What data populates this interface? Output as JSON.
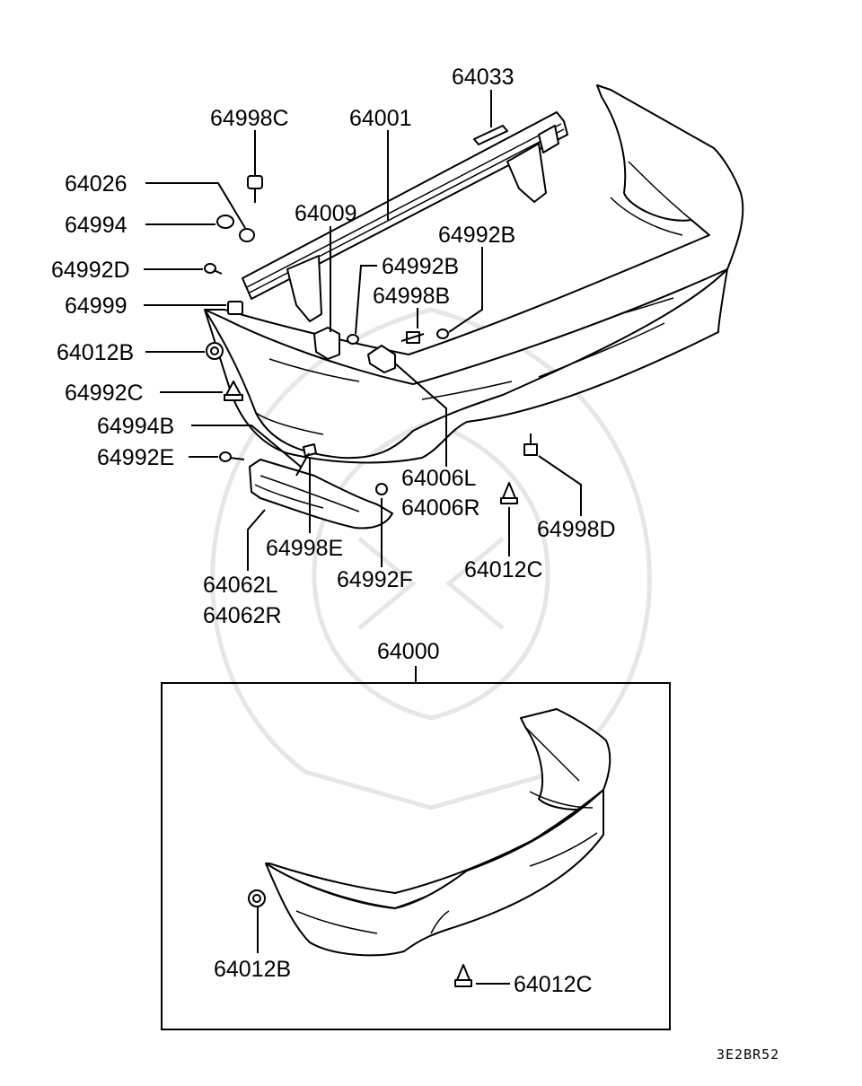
{
  "parts": {
    "p64033": "64033",
    "p64001": "64001",
    "p64998C": "64998C",
    "p64026": "64026",
    "p64994": "64994",
    "p64009": "64009",
    "p64992B_a": "64992B",
    "p64992D": "64992D",
    "p64992B_b": "64992B",
    "p64998B": "64998B",
    "p64999": "64999",
    "p64012B": "64012B",
    "p64992C": "64992C",
    "p64994B": "64994B",
    "p64992E": "64992E",
    "p64006L": "64006L",
    "p64006R": "64006R",
    "p64998D": "64998D",
    "p64998E": "64998E",
    "p64992F": "64992F",
    "p64012C": "64012C",
    "p64062L": "64062L",
    "p64062R": "64062R"
  },
  "assembly": {
    "title": "64000",
    "p64012B": "64012B",
    "p64012C": "64012C"
  },
  "diagram_code": "3E2BR52"
}
